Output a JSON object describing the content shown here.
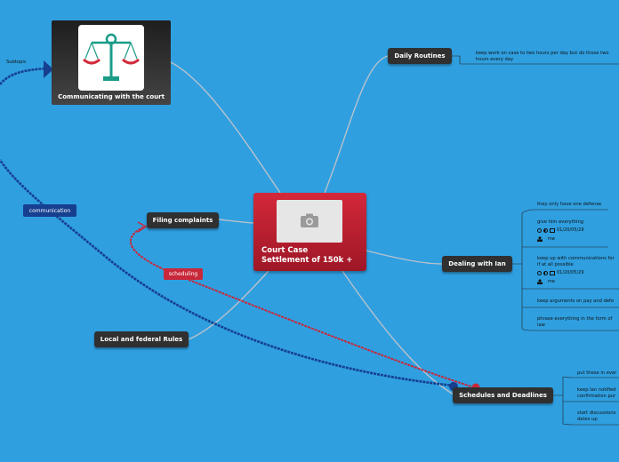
{
  "central_topic": {
    "line1": "Court Case",
    "line2": "Settlement of 150k +"
  },
  "main_topics": {
    "daily_routines": "Daily Routines",
    "communicating": "Communicating with the court",
    "filing_complaints": "Filing complaints",
    "dealing_with_ian": "Dealing with Ian",
    "local_federal_rules": "Local and federal Rules",
    "schedules_deadlines": "Schedules and Deadlines"
  },
  "floating": {
    "subtopic": "Subtopic"
  },
  "relationships": {
    "communication": "communication",
    "scheduling": "scheduling"
  },
  "daily_routines_subtopics": [
    {
      "l1": "keep work on case to two hours per day but do those two",
      "l2": "hours every day"
    }
  ],
  "dealing_with_ian_subtopics": [
    {
      "l1": "they only have one defense"
    },
    {
      "l1": "give him everything",
      "date": "01/20/05/29",
      "assignee": "me"
    },
    {
      "l1": "keep up with communications for",
      "l2": "if at all possible",
      "date": "01/20/05/29",
      "assignee": "me"
    },
    {
      "l1": "keep arguments on pay and defe"
    },
    {
      "l1": "phrase everything in the form of",
      "l2": "law"
    }
  ],
  "schedules_subtopics": [
    {
      "l1": "put these in ever"
    },
    {
      "l1": "keep Ian notified",
      "l2": "confirmation pur"
    },
    {
      "l1": "start discussions",
      "l2": "dates up"
    }
  ],
  "colors": {
    "background": "#2f9fe0",
    "central": "#c62232",
    "node": "#303030",
    "communication": "#163f8f",
    "scheduling": "#c8283a"
  }
}
